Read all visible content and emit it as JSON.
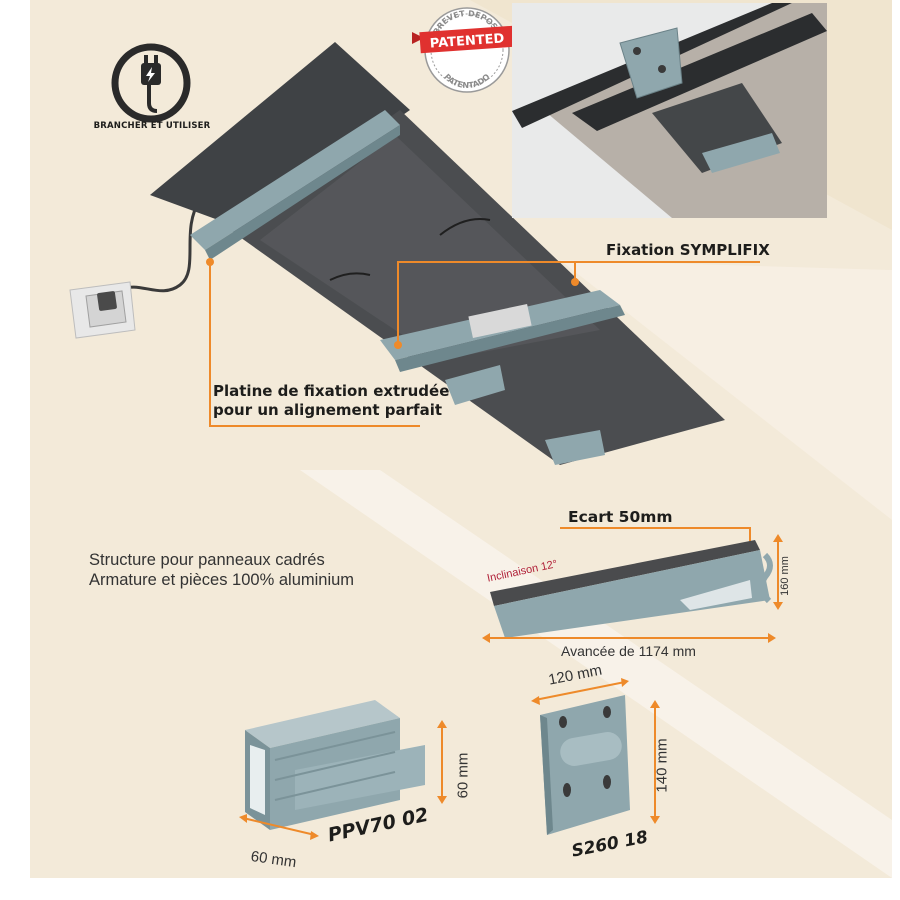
{
  "plug_badge": {
    "icon": "plug-icon",
    "caption": "BRANCHER ET UTILISER"
  },
  "patent_seal": {
    "banner": "PATENTED",
    "arc_top": "BREVET DEPOSE",
    "arc_bottom": "PATENTADO"
  },
  "callouts": {
    "symplifix": "Fixation SYMPLIFIX",
    "platine_line1": "Platine de fixation extrudée",
    "platine_line2": "pour un alignement parfait"
  },
  "description": {
    "line1": "Structure pour panneaux cadrés",
    "line2": "Armature et pièces 100% aluminium"
  },
  "side_view": {
    "gap_label": "Ecart 50mm",
    "tilt_label": "Inclinaison 12°",
    "height_label": "160 mm",
    "projection_label": "Avancée de 1174 mm"
  },
  "profile_ppv": {
    "reference": "PPV70 02",
    "width_label": "60 mm",
    "height_label": "60 mm"
  },
  "bracket_s260": {
    "reference": "S260 18",
    "width_label": "120 mm",
    "height_label": "140 mm"
  },
  "colors": {
    "accent_orange": "#ee8a2a",
    "aluminium": "#8fa7ad",
    "panel_dark": "#3f4245",
    "background_beige": "#f3ead9",
    "seal_red": "#e0312f"
  }
}
